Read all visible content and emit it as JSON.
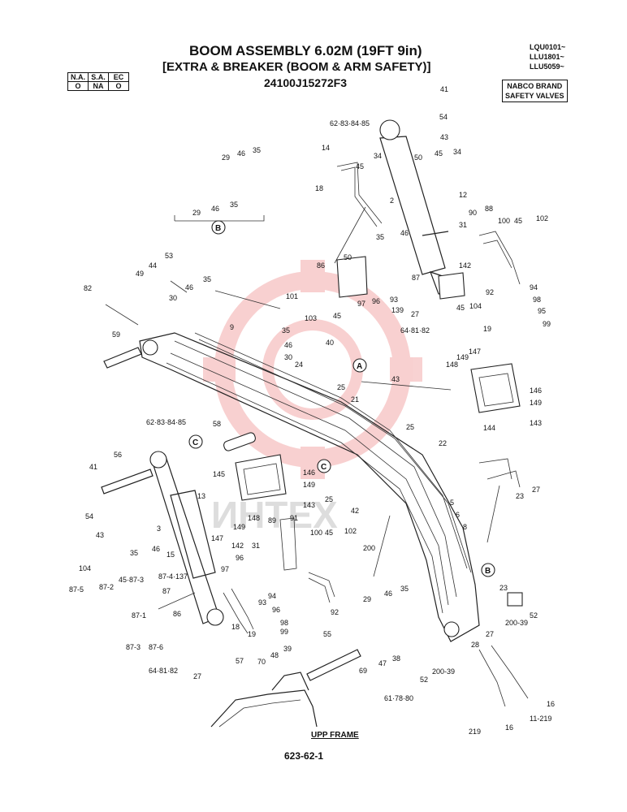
{
  "header": {
    "title": "BOOM ASSEMBLY 6.02M (19FT 9in)",
    "subtitle": "[EXTRA & BREAKER (BOOM & ARM SAFETY)]",
    "part_number": "24100J15272F3",
    "serial_codes": [
      "LQU0101~",
      "LLU1801~",
      "LLU5059~"
    ]
  },
  "version_table": {
    "headers": [
      "N.A.",
      "S.A.",
      "EC"
    ],
    "values": [
      "O",
      "NA",
      "O"
    ]
  },
  "brand_box": [
    "NABCO BRAND",
    "SAFETY VALVES"
  ],
  "footer": {
    "frame_label": "UPP FRAME",
    "page_code": "623-62-1"
  },
  "watermark": "ИНТЕХ",
  "callouts": {
    "A": "A",
    "B_top": "B",
    "B_right": "B",
    "C_left": "C",
    "C_mid": "C"
  },
  "labels": {
    "l41a": "41",
    "l54a": "54",
    "l62a": "62·83·84·85",
    "l43a": "43",
    "l14": "14",
    "l29a": "29",
    "l46a": "46",
    "l35a": "35",
    "l29b": "29",
    "l46b": "46",
    "l35b": "35",
    "l18a": "18",
    "l45a": "45",
    "l34a": "34",
    "l50a": "50",
    "l45b": "45",
    "l34b": "34",
    "l2": "2",
    "l12": "12",
    "l90": "90",
    "l88": "88",
    "l100a": "100",
    "l45c": "45",
    "l102a": "102",
    "l31a": "31",
    "l35c": "35",
    "l46c": "46",
    "l53": "53",
    "l44": "44",
    "l49": "49",
    "l46d": "46",
    "l35d": "35",
    "l82": "82",
    "l30a": "30",
    "l50b": "50",
    "l86a": "86",
    "l142a": "142",
    "l101": "101",
    "l97a": "97",
    "l96a": "96",
    "l93a": "93",
    "l87": "87",
    "l103": "103",
    "l45d": "45",
    "l139": "139",
    "l27a": "27",
    "l45e": "45",
    "l104a": "104",
    "l92a": "92",
    "l94a": "94",
    "l98a": "98",
    "l95": "95",
    "l99a": "99",
    "l19a": "19",
    "l64a": "64·81·82",
    "l9": "9",
    "l59": "59",
    "l35e": "35",
    "l46e": "46",
    "l30b": "30",
    "l24": "24",
    "l40": "40",
    "l25a": "25",
    "l43b": "43",
    "l21": "21",
    "l148a": "148",
    "l149a": "149",
    "l147a": "147",
    "l146a": "146",
    "l149b": "149",
    "l143a": "143",
    "l144": "144",
    "l62b": "62·83·84·85",
    "l58": "58",
    "l25b": "25",
    "l22": "22",
    "l56": "56",
    "l41b": "41",
    "l145": "145",
    "l146b": "146",
    "l149c": "149",
    "l25c": "25",
    "l42": "42",
    "l143b": "143",
    "l5": "5",
    "l6": "6",
    "l8": "8",
    "l23a": "23",
    "l27b": "27",
    "l54b": "54",
    "l43c": "43",
    "l13": "13",
    "l148b": "148",
    "l3": "3",
    "l147b": "147",
    "l149d": "149",
    "l200a": "200",
    "l89": "89",
    "l91": "91",
    "l142b": "142",
    "l31b": "31",
    "l100b": "100",
    "l45f": "45",
    "l102b": "102",
    "l35f": "35",
    "l46f": "46",
    "l15": "15",
    "l96b": "96",
    "l45g": "45·87-3",
    "l87-4": "87-4·137",
    "l97b": "97",
    "l104b": "104",
    "l87-5": "87-5",
    "l87-2": "87-2",
    "l87-1": "87-1",
    "l87b": "87",
    "l86b": "86",
    "l93b": "93",
    "l94b": "94",
    "l96c": "96",
    "l98b": "98",
    "l99b": "99",
    "l18b": "18",
    "l19b": "19",
    "l92b": "92",
    "l87-3": "87-3",
    "l87-6": "87-6",
    "l64b": "64·81·82",
    "l27c": "27",
    "l29c": "29",
    "l46g": "46",
    "l35g": "35",
    "l23b": "23",
    "l52a": "52",
    "l200b": "200-39",
    "l27d": "27",
    "l28": "28",
    "l16a": "16",
    "l55": "55",
    "l69": "69",
    "l47": "47",
    "l38": "38",
    "l52b": "52",
    "l200c": "200-39",
    "l61": "61·78·80",
    "l57": "57",
    "l70": "70",
    "l48": "48",
    "l39": "39",
    "l219a": "219",
    "l16b": "16",
    "l11": "11-219"
  }
}
